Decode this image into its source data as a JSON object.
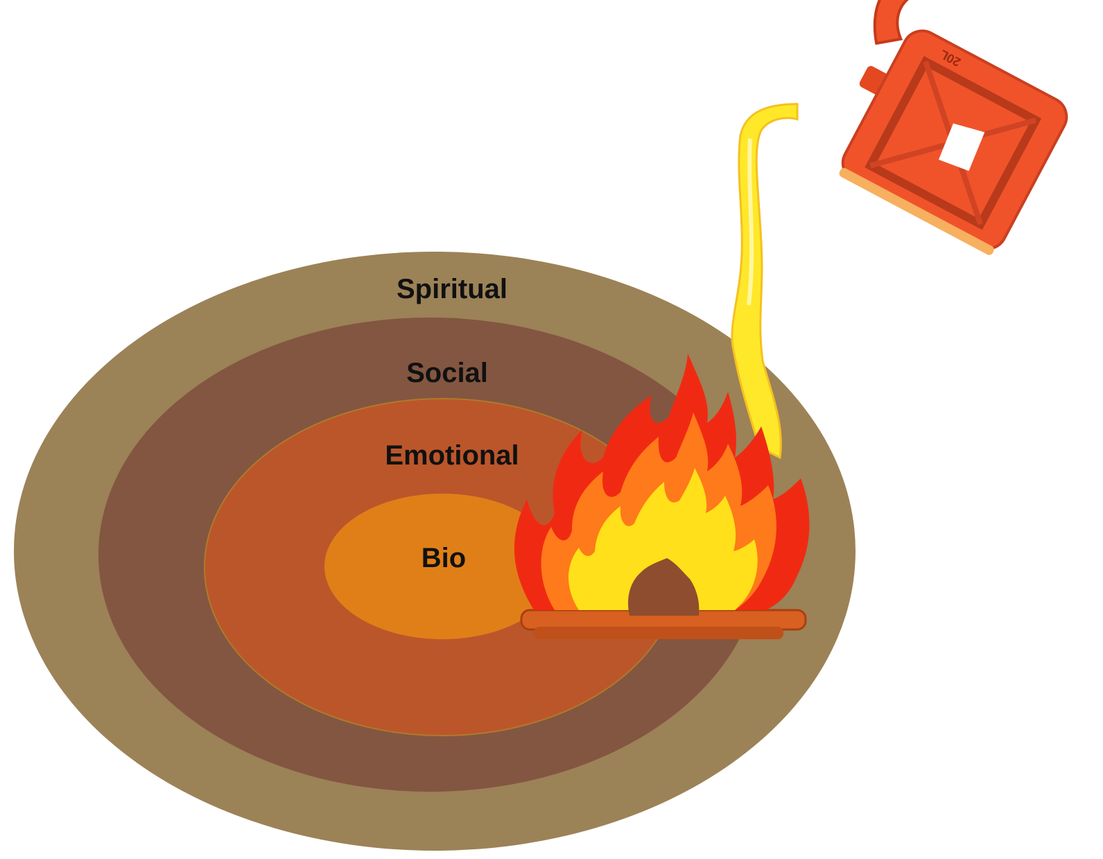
{
  "rings": [
    {
      "id": "spiritual",
      "label": "Spiritual",
      "color": "#9c8257"
    },
    {
      "id": "social",
      "label": "Social",
      "color": "#835641"
    },
    {
      "id": "emotional",
      "label": "Emotional",
      "color": "#bb562b"
    },
    {
      "id": "bio",
      "label": "Bio",
      "color": "#e07f18"
    }
  ],
  "fire": {
    "colors": {
      "outer": "#f02a12",
      "middle": "#ff7a1a",
      "inner": "#ffe01a",
      "logs": "#d86020"
    }
  },
  "fuel_can": {
    "icon": "jerrycan-icon",
    "label": "20L",
    "color": "#f0532a",
    "stream_color": "#ffe82a"
  }
}
